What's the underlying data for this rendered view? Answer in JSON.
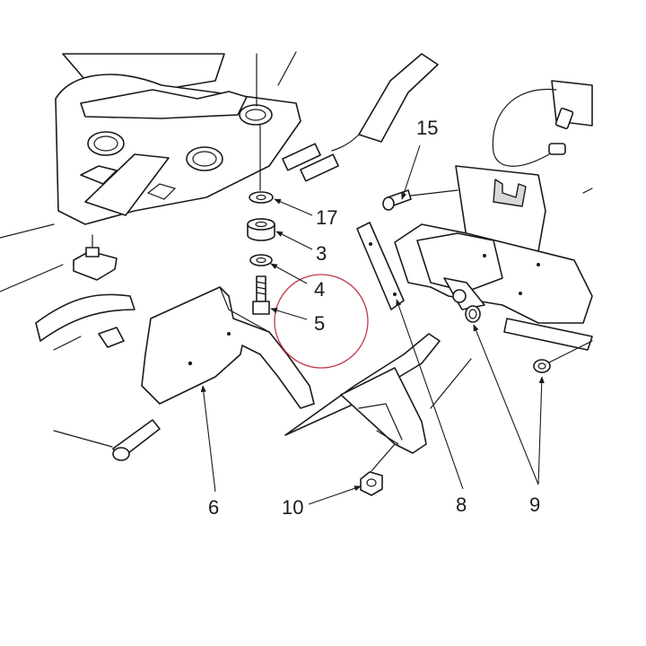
{
  "colors": {
    "line": "#1a1a1a",
    "highlight": "#c0394a",
    "background": "#ffffff"
  },
  "callouts": {
    "c15": "15",
    "c17": "17",
    "c3": "3",
    "c4": "4",
    "c5": "5",
    "c6": "6",
    "c10": "10",
    "c8": "8",
    "c9": "9"
  }
}
